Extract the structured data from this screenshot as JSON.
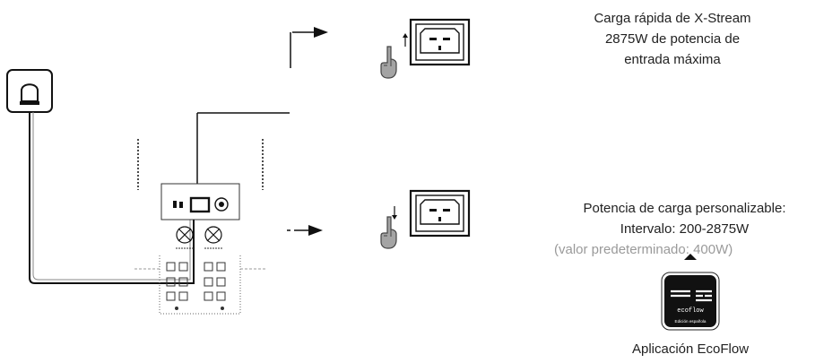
{
  "fast_charge": {
    "lines": [
      "Carga rápida de X-Stream",
      "2875W de potencia de",
      "entrada máxima"
    ]
  },
  "custom_charge": {
    "line1": "Potencia de carga personalizable:",
    "line2": "Intervalo: 200-2875W",
    "default_note": "(valor predeterminado: 400W)"
  },
  "app": {
    "caption": "Aplicación EcoFlow",
    "tile_wordmark": "ecoflow",
    "tile_subtitle": "Edición española"
  },
  "colors": {
    "text": "#222222",
    "muted_text": "#9a9a9a",
    "line": "#111111",
    "finger": "#9a9a9a"
  }
}
